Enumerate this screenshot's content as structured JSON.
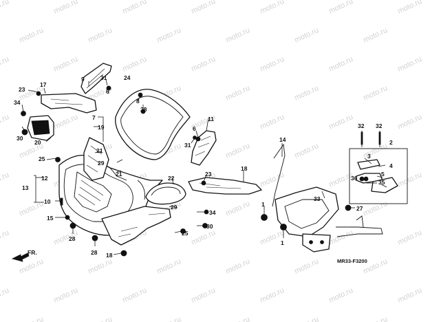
{
  "watermark": {
    "text": "moto.ru"
  },
  "diagram_code": "MR33-F3200",
  "direction_label": "FR.",
  "callouts": [
    {
      "id": "c1a",
      "text": "1"
    },
    {
      "id": "c1b",
      "text": "1"
    },
    {
      "id": "c2",
      "text": "2"
    },
    {
      "id": "c3",
      "text": "3"
    },
    {
      "id": "c4",
      "text": "4"
    },
    {
      "id": "c5",
      "text": "5"
    },
    {
      "id": "c6a",
      "text": "6"
    },
    {
      "id": "c6b",
      "text": "6"
    },
    {
      "id": "c7",
      "text": "7"
    },
    {
      "id": "c8",
      "text": "8"
    },
    {
      "id": "c9",
      "text": "9"
    },
    {
      "id": "c10",
      "text": "10"
    },
    {
      "id": "c11",
      "text": "11"
    },
    {
      "id": "c12",
      "text": "12"
    },
    {
      "id": "c13",
      "text": "13"
    },
    {
      "id": "c14",
      "text": "14"
    },
    {
      "id": "c15",
      "text": "15"
    },
    {
      "id": "c17",
      "text": "17"
    },
    {
      "id": "c18a",
      "text": "18"
    },
    {
      "id": "c18b",
      "text": "18"
    },
    {
      "id": "c19",
      "text": "19"
    },
    {
      "id": "c20",
      "text": "20"
    },
    {
      "id": "c21a",
      "text": "21"
    },
    {
      "id": "c21b",
      "text": "21"
    },
    {
      "id": "c22",
      "text": "22"
    },
    {
      "id": "c23a",
      "text": "23"
    },
    {
      "id": "c23b",
      "text": "23"
    },
    {
      "id": "c24",
      "text": "24"
    },
    {
      "id": "c25a",
      "text": "25"
    },
    {
      "id": "c25b",
      "text": "25"
    },
    {
      "id": "c27",
      "text": "27"
    },
    {
      "id": "c28a",
      "text": "28"
    },
    {
      "id": "c28b",
      "text": "28"
    },
    {
      "id": "c28c",
      "text": "28"
    },
    {
      "id": "c29a",
      "text": "29"
    },
    {
      "id": "c29b",
      "text": "29"
    },
    {
      "id": "c30a",
      "text": "30"
    },
    {
      "id": "c30b",
      "text": "30"
    },
    {
      "id": "c31a",
      "text": "31"
    },
    {
      "id": "c31b",
      "text": "31"
    },
    {
      "id": "c32a",
      "text": "32"
    },
    {
      "id": "c32b",
      "text": "32"
    },
    {
      "id": "c33",
      "text": "33"
    },
    {
      "id": "c34a",
      "text": "34"
    },
    {
      "id": "c34b",
      "text": "34"
    },
    {
      "id": "c35",
      "text": "35"
    },
    {
      "id": "c36",
      "text": "36"
    }
  ]
}
